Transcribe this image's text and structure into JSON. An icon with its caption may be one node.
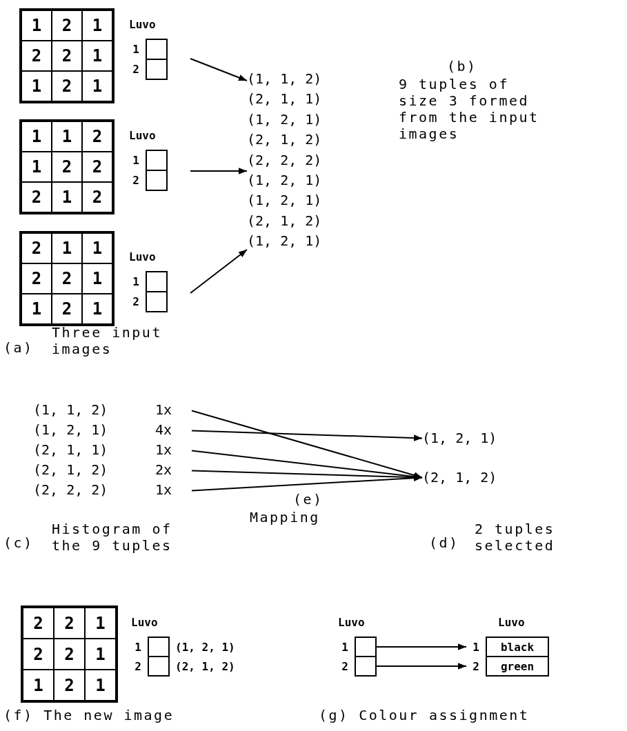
{
  "diagram": {
    "nodes": [
      {
        "text": [
          "1",
          "2",
          "1",
          "2",
          "2",
          "1",
          "1",
          "2",
          "1"
        ]
      },
      {
        "text": [
          "Luvo"
        ]
      },
      {
        "text": [],
        "shape": "box",
        "in": 1,
        "beside": [
          "1"
        ]
      },
      {
        "text": [],
        "shape": "box",
        "in": 1,
        "beside": [
          "2"
        ]
      },
      {
        "text": [
          "1",
          "1",
          "2",
          "1",
          "2",
          "2",
          "2",
          "1",
          "2"
        ]
      },
      {
        "text": [
          "Luvo"
        ]
      },
      {
        "text": [],
        "shape": "box",
        "in": 5,
        "beside": [
          "1"
        ]
      },
      {
        "text": [],
        "shape": "box",
        "in": 5,
        "beside": [
          "2"
        ]
      },
      {
        "text": [
          "2",
          "1",
          "1",
          "2",
          "2",
          "1",
          "1",
          "2",
          "1"
        ]
      },
      {
        "text": [
          "Luvo"
        ]
      },
      {
        "text": [],
        "shape": "box",
        "in": 9,
        "beside": [
          "1"
        ]
      },
      {
        "text": [],
        "shape": "box",
        "in": 9,
        "beside": [
          "2"
        ]
      },
      {
        "text": [
          "(1, 1, 2)",
          "(2, 1, 1)",
          "(1, 2, 1)",
          "(2, 1, 2)",
          "(2, 2, 2)",
          "(1, 2, 1)",
          "(1, 2, 1)",
          "(2, 1, 2)",
          "(1, 2, 1)"
        ]
      },
      {
        "text": [
          "(1, 1, 2)",
          "1x"
        ]
      },
      {
        "text": [
          "(1, 2, 1)",
          "4x"
        ]
      },
      {
        "text": [
          "(2, 1, 1)",
          "1x"
        ]
      },
      {
        "text": [
          "(2, 1, 2)",
          "2x"
        ]
      },
      {
        "text": [
          "(2, 2, 2)",
          "1x"
        ]
      },
      {
        "text": [
          "(1, 2, 1)"
        ]
      },
      {
        "text": [
          "(2, 1, 2)"
        ]
      },
      {
        "text": [
          "2",
          "2",
          "1",
          "2",
          "2",
          "1",
          "1",
          "2",
          "1"
        ]
      },
      {
        "text": [
          "Luvo"
        ]
      },
      {
        "text": [],
        "shape": "box",
        "in": 21,
        "beside": [
          "1",
          "(1, 2, 1)"
        ]
      },
      {
        "text": [],
        "shape": "box",
        "in": 21,
        "beside": [
          "2",
          "(2, 1, 2)"
        ]
      },
      {
        "text": [
          "Luvo"
        ]
      },
      {
        "text": [],
        "shape": "box",
        "in": 24,
        "beside": [
          "1"
        ]
      },
      {
        "text": [],
        "shape": "box",
        "in": 24,
        "beside": [
          "2"
        ]
      },
      {
        "text": [
          "Luvo"
        ]
      },
      {
        "text": [
          "black"
        ],
        "in": 27,
        "beside": [
          "1"
        ]
      },
      {
        "text": [
          "green"
        ],
        "in": 27,
        "beside": [
          "2"
        ]
      }
    ],
    "edges": [
      {
        "from": 1,
        "to": 12,
        "arrow": "to"
      },
      {
        "from": 5,
        "to": 12,
        "arrow": "to"
      },
      {
        "from": 9,
        "to": 12,
        "arrow": "to"
      },
      {
        "from": 13,
        "to": 19,
        "arrow": "to"
      },
      {
        "from": 14,
        "to": 18,
        "arrow": "to"
      },
      {
        "from": 15,
        "to": 19,
        "arrow": "to"
      },
      {
        "from": 16,
        "to": 19,
        "arrow": "to"
      },
      {
        "from": 17,
        "to": 19,
        "arrow": "to"
      },
      {
        "from": 25,
        "to": 28,
        "arrow": "to"
      },
      {
        "from": 26,
        "to": 29,
        "arrow": "to"
      }
    ],
    "labels": [
      "(b)",
      "9 tuples of size 3 formed from the input images",
      "(a)",
      "Three input images",
      "(c)",
      "Histogram of the 9 tuples",
      "(e)",
      "Mapping",
      "(d)",
      "2 tuples selected",
      "(f) The new image",
      "(g) Colour assignment"
    ]
  }
}
